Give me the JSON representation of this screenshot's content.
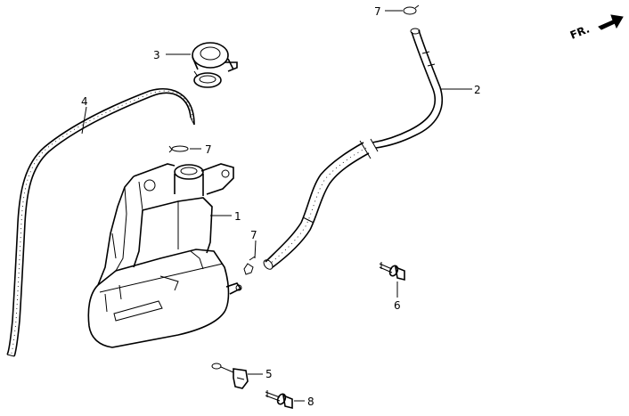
{
  "direction": {
    "text": "FR.",
    "icon": "front-arrow-icon"
  },
  "callouts": {
    "reservoir": "1",
    "pump_hose": "2",
    "cap": "3",
    "fill_hose": "4",
    "clip_5": "5",
    "bolt_6": "6",
    "clamp_top": "7",
    "clamp_mid": "7",
    "clamp_low": "7",
    "bolt_8": "8"
  },
  "parts": {
    "reservoir": "washer-reservoir-icon",
    "cap": "reservoir-cap-icon",
    "pump_hose": "hose-icon",
    "fill_hose": "hose-icon",
    "clamp": "hose-clamp-icon",
    "bolt": "flange-bolt-icon",
    "clip": "wire-clip-icon"
  }
}
